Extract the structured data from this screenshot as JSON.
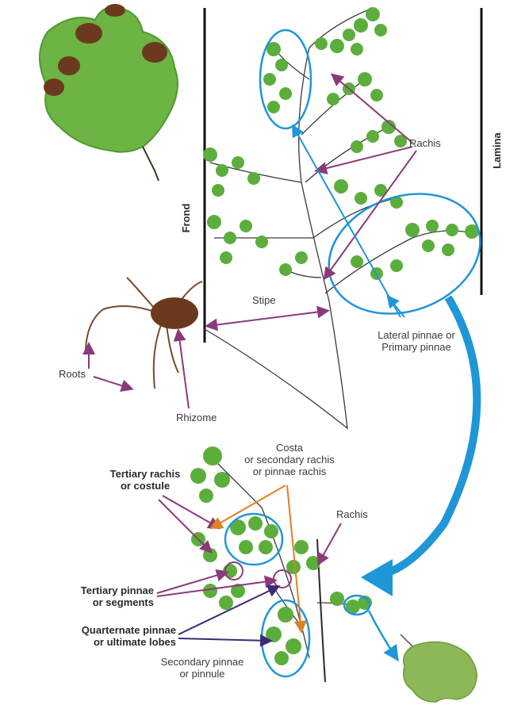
{
  "labels": {
    "rachis_top": "Rachis",
    "lamina": "Lamina",
    "frond": "Frond",
    "stipe": "Stipe",
    "lateral_pinnae_line1": "Lateral pinnae or",
    "lateral_pinnae_line2": "Primary pinnae",
    "roots": "Roots",
    "rhizome": "Rhizome",
    "costa_line1": "Costa",
    "costa_line2": "or secondary rachis",
    "costa_line3": "or pinnae rachis",
    "tertiary_rachis_line1": "Tertiary rachis",
    "tertiary_rachis_line2": "or costule",
    "rachis_bottom": "Rachis",
    "tertiary_pinnae_line1": "Tertiary pinnae",
    "tertiary_pinnae_line2": "or segments",
    "quarternate_line1": "Quarternate pinnae",
    "quarternate_line2": "or ultimate lobes",
    "secondary_pinnae_line1": "Secondary pinnae",
    "secondary_pinnae_line2": "or pinnule"
  },
  "colors": {
    "leaf": "#5cae3c",
    "leaf_dark": "#3e8a2a",
    "sorus": "#6b3a1e",
    "arrow_purple": "#8a3a7a",
    "arrow_navy": "#3a2a7a",
    "arrow_orange": "#e08020",
    "callout_blue": "#1f96d8",
    "stem": "#2a2a2a",
    "root": "#7a4a2a"
  }
}
